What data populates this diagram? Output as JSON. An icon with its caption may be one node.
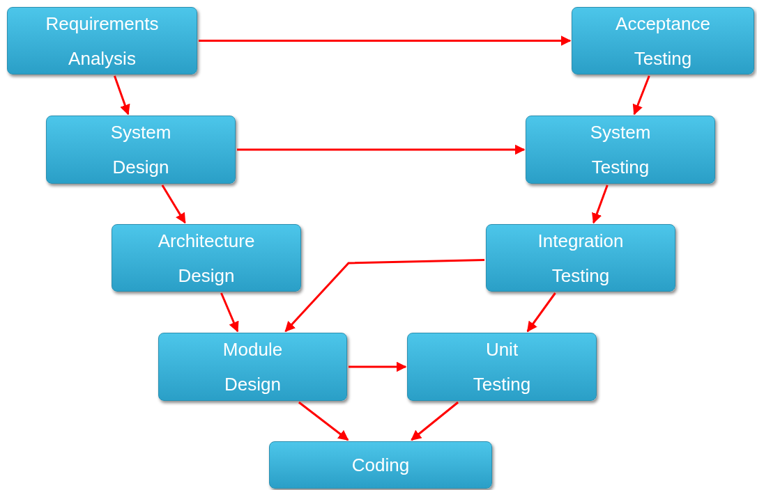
{
  "diagram": {
    "nodes": [
      {
        "text": [
          "Requirements Analysis"
        ]
      },
      {
        "text": [
          "Acceptance Testing"
        ]
      },
      {
        "text": [
          "System Design"
        ]
      },
      {
        "text": [
          "System Testing"
        ]
      },
      {
        "text": [
          "Architecture Design"
        ]
      },
      {
        "text": [
          "Integration Testing"
        ]
      },
      {
        "text": [
          "Module Design"
        ]
      },
      {
        "text": [
          "Unit Testing"
        ]
      },
      {
        "text": [
          "Coding"
        ]
      }
    ],
    "edges": [
      {
        "from": 0,
        "to": 1,
        "arrow": "to"
      },
      {
        "from": 0,
        "to": 2,
        "arrow": "to"
      },
      {
        "from": 1,
        "to": 3,
        "arrow": "to"
      },
      {
        "from": 2,
        "to": 3,
        "arrow": "to"
      },
      {
        "from": 2,
        "to": 4,
        "arrow": "to"
      },
      {
        "from": 3,
        "to": 5,
        "arrow": "to"
      },
      {
        "from": 4,
        "to": 6,
        "arrow": "to"
      },
      {
        "from": 5,
        "to": 6,
        "arrow": "to"
      },
      {
        "from": 5,
        "to": 7,
        "arrow": "to"
      },
      {
        "from": 6,
        "to": 7,
        "arrow": "to"
      },
      {
        "from": 6,
        "to": 8,
        "arrow": "to"
      },
      {
        "from": 7,
        "to": 8,
        "arrow": "to"
      }
    ]
  }
}
